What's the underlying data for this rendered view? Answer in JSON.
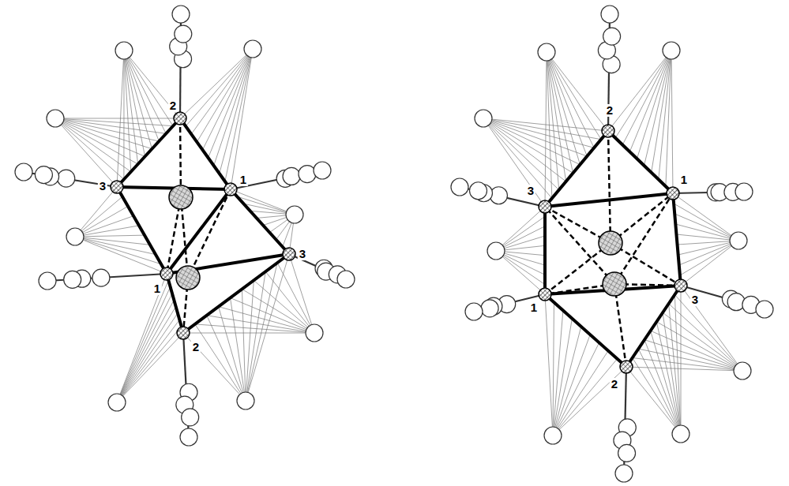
{
  "diagram": {
    "labels": [
      "2",
      "3",
      "1",
      "1",
      "3",
      "2",
      "2",
      "3",
      "1",
      "1",
      "3",
      "2"
    ]
  }
}
